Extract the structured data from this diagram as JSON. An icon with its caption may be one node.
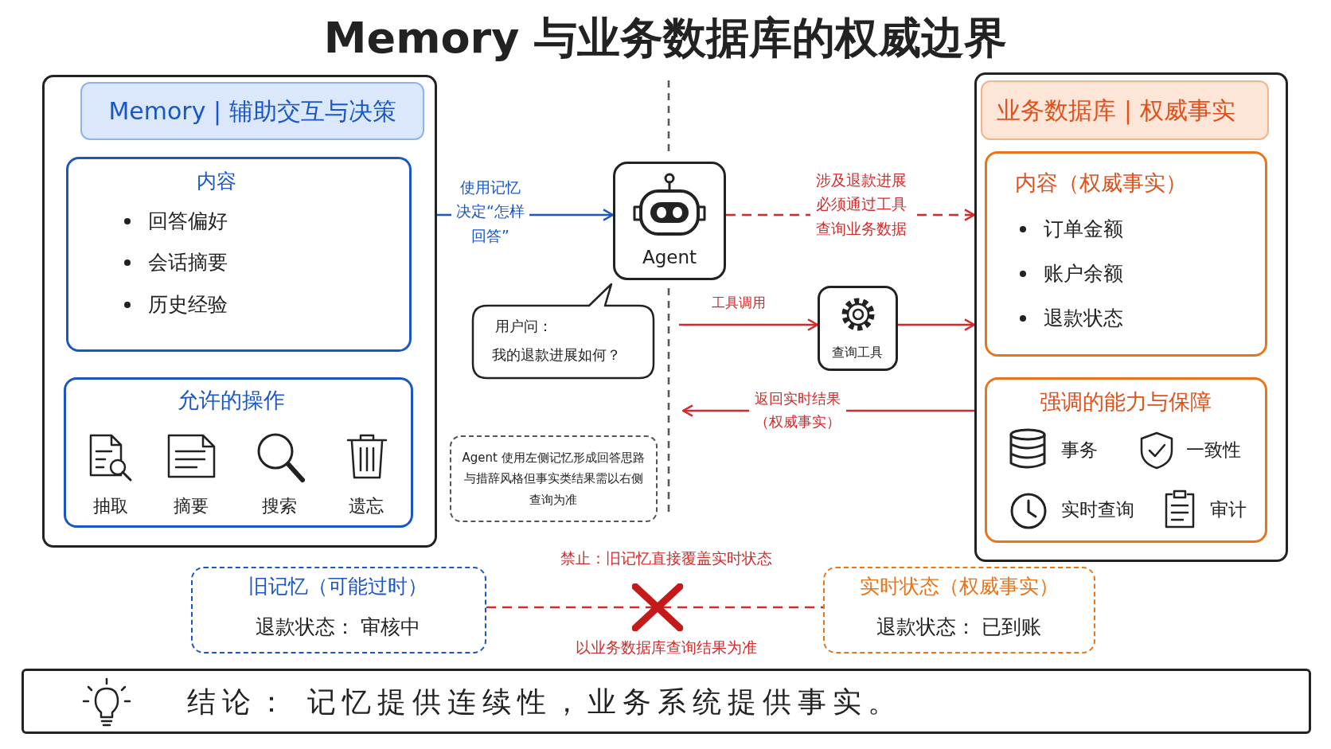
{
  "diagram": {
    "title": "Memory 与业务数据库的权威边界",
    "nodes": [
      {
        "text": [],
        "shape": "box"
      },
      {
        "text": [
          "Memory | 辅助交互与决策"
        ],
        "in": 0
      },
      {
        "text": [
          "内容",
          "回答偏好",
          "会话摘要",
          "历史经验"
        ],
        "in": 0
      },
      {
        "text": [
          "允许的操作",
          "抽取",
          "摘要",
          "搜索",
          "遗忘"
        ],
        "in": 0
      },
      {
        "text": [
          "Agent"
        ]
      },
      {
        "text": [
          "用户问：",
          "我的退款进展如何？"
        ]
      },
      {
        "text": [
          "查询工具"
        ]
      },
      {
        "text": [
          "Agent 使用左侧记忆形成回答思路与措辞风格但事实类结果需以右侧查询为准"
        ]
      },
      {
        "text": [],
        "shape": "box"
      },
      {
        "text": [
          "业务数据库 | 权威事实"
        ],
        "in": 8
      },
      {
        "text": [
          "内容（权威事实）",
          "订单金额",
          "账户余额",
          "退款状态"
        ],
        "in": 8
      },
      {
        "text": [
          "强调的能力与保障",
          "事务",
          "一致性",
          "实时查询",
          "审计"
        ],
        "in": 8
      },
      {
        "text": [
          "旧记忆（可能过时）",
          "退款状态： 审核中"
        ]
      },
      {
        "text": [
          "实时状态（权威事实）",
          "退款状态： 已到账"
        ]
      },
      {
        "text": [
          "结论： 记忆提供连续性，业务系统提供事实。"
        ]
      }
    ],
    "edges": [
      {
        "from": 0,
        "to": 4,
        "arrow": "to",
        "label": "使用记忆决定“怎样回答”",
        "color": "#1a56c4"
      },
      {
        "from": 4,
        "to": 8,
        "arrow": "to",
        "style": "dashed",
        "label": "涉及退款进展必须通过工具查询业务数据"
      },
      {
        "from": null,
        "to": 6,
        "arrow": "to",
        "label": "工具调用"
      },
      {
        "from": 6,
        "to": 8,
        "arrow": "to"
      },
      {
        "from": 8,
        "to": null,
        "arrow": "to",
        "label": "返回实时结果（权威事实）"
      },
      {
        "from": 12,
        "to": 13,
        "arrow": "none",
        "style": "dashed",
        "label": "禁止：旧记忆直接覆盖实时状态"
      }
    ],
    "labels": [
      "以业务数据库查询结果为准"
    ]
  }
}
